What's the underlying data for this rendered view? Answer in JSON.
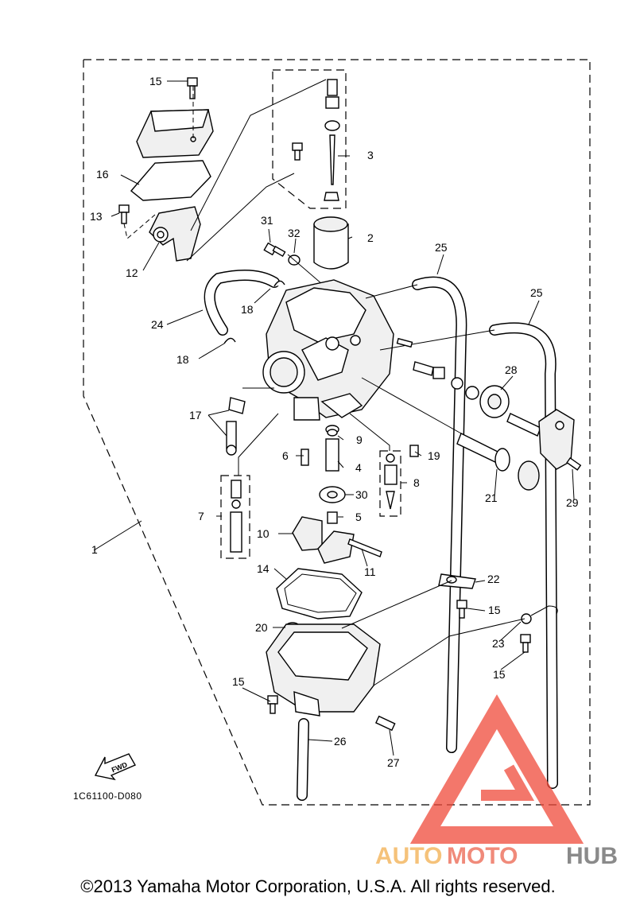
{
  "diagram": {
    "callouts": [
      "1",
      "2",
      "3",
      "4",
      "5",
      "6",
      "7",
      "8",
      "9",
      "10",
      "11",
      "12",
      "13",
      "14",
      "15",
      "15",
      "15",
      "15",
      "15",
      "16",
      "17",
      "18",
      "18",
      "19",
      "20",
      "21",
      "22",
      "23",
      "24",
      "25",
      "25",
      "26",
      "27",
      "28",
      "29",
      "30",
      "31",
      "32"
    ],
    "drawing_code": "1C61100-D080",
    "fwd_label": "FWD"
  },
  "watermark": {
    "part1": "AUTO",
    "part2": "MOTO",
    "part3": "HUB",
    "colors": {
      "auto": "#f5c27a",
      "moto": "#f08a7a",
      "hub": "#8a8a8a",
      "triangle": "#f04a3a"
    }
  },
  "footer": {
    "copyright": "©2013 Yamaha Motor Corporation, U.S.A. All rights reserved."
  }
}
